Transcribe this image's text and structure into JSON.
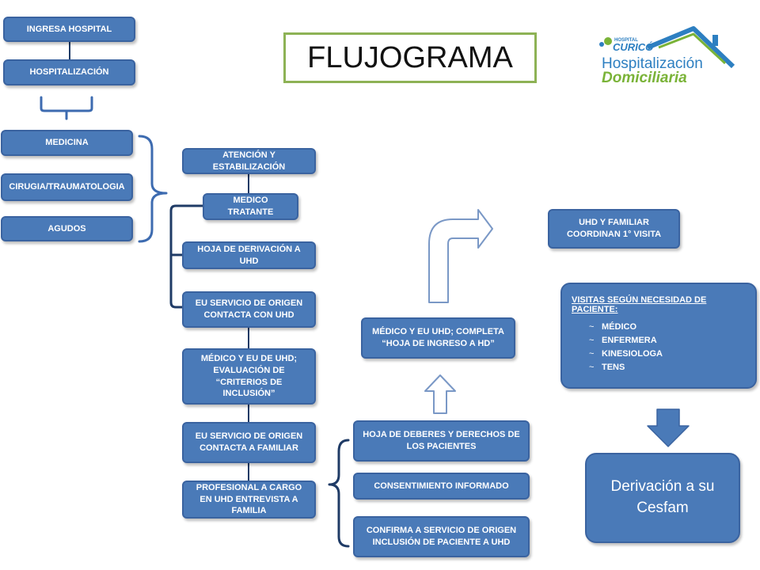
{
  "title": "FLUJOGRAMA",
  "logo": {
    "hospital_word": "HOSPITAL",
    "curico": "CURICÓ",
    "line1": "Hospitalización",
    "line2": "Domiciliaria",
    "blue": "#2d7fc1",
    "green": "#7ab338"
  },
  "colors": {
    "box_fill": "#4a7ab8",
    "box_border": "#3a63a0",
    "title_border": "#8db255",
    "connector": "#1f3b66",
    "arrow_outline": "#7a98c6"
  },
  "intake": {
    "ingresa": "INGRESA HOSPITAL",
    "hospitalizacion": "HOSPITALIZACIÓN",
    "medicina": "MEDICINA",
    "cirugia": "CIRUGIA/TRAUMATOLOGIA",
    "agudos": "AGUDOS"
  },
  "flow": {
    "atencion": "ATENCIÓN Y ESTABILIZACIÓN",
    "medico_tratante": "MEDICO TRATANTE",
    "hoja_derivacion": "HOJA DE DERIVACIÓN A UHD",
    "eu_servicio_uhd": "EU SERVICIO DE ORIGEN CONTACTA CON UHD",
    "medico_eu_uhd": "MÉDICO Y EU DE UHD; EVALUACIÓN DE “CRITERIOS DE INCLUSIÓN”",
    "eu_servicio_familiar": "EU SERVICIO DE ORIGEN CONTACTA A FAMILIAR",
    "profesional": "PROFESIONAL A CARGO EN UHD ENTREVISTA A FAMILIA"
  },
  "documents": {
    "deberes": "HOJA DE DEBERES Y DERECHOS DE LOS PACIENTES",
    "consentimiento": "CONSENTIMIENTO INFORMADO",
    "confirma": "CONFIRMA A SERVICIO DE ORIGEN INCLUSIÓN DE PACIENTE A UHD"
  },
  "ingreso": {
    "medico_eu": "MÉDICO Y EU UHD; COMPLETA “HOJA DE INGRESO A HD”"
  },
  "coordination": {
    "uhd_familiar": "UHD Y FAMILIAR COORDINAN 1° VISITA",
    "visitas_heading": "VISITAS SEGÚN NECESIDAD DE PACIENTE:",
    "visitas_items": [
      "MÉDICO",
      "ENFERMERA",
      "KINESIOLOGA",
      "TENS"
    ],
    "bullet": "~",
    "derivacion": "Derivación a su Cesfam"
  }
}
